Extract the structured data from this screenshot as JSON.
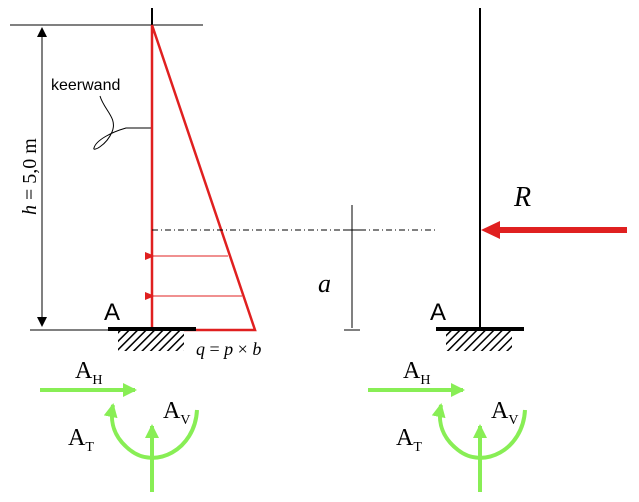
{
  "labels": {
    "keerwand": "keerwand",
    "height_var": "h",
    "height_value": " = 5,0 m",
    "support_left": "A",
    "support_right": "A",
    "load_q": "q",
    "load_eq": " = ",
    "load_p": "p",
    "load_times": " × ",
    "load_b": "b",
    "resultant": "R",
    "arm": "a",
    "reaction_main": "A",
    "reaction_h_sub": "H",
    "reaction_v_sub": "V",
    "reaction_t_sub": "T"
  },
  "colors": {
    "structure": "#000000",
    "load": "#e02020",
    "reaction": "#88ee55"
  }
}
